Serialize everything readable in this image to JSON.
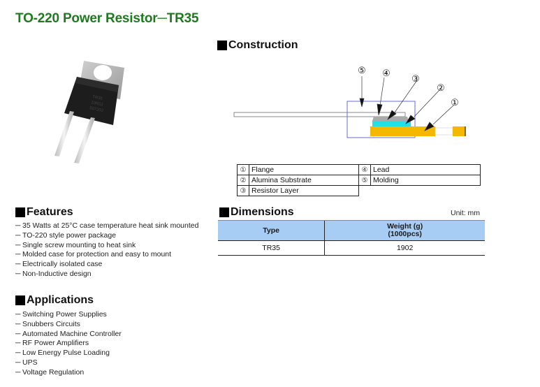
{
  "title": "TO-220 Power Resistor─TR35",
  "construction": {
    "heading": "Construction",
    "callouts": [
      "①",
      "②",
      "③",
      "④",
      "⑤"
    ],
    "colors": {
      "flange": "#f5b800",
      "substrate": "#22e0e6",
      "resistor_layer": "#aaaaaa",
      "molding_outline": "#6a6ad8"
    },
    "legend": [
      {
        "num": "①",
        "label": "Flange"
      },
      {
        "num": "②",
        "label": "Alumina Substrate"
      },
      {
        "num": "③",
        "label": "Resistor Layer"
      },
      {
        "num": "④",
        "label": "Lead"
      },
      {
        "num": "⑤",
        "label": "Molding"
      }
    ]
  },
  "features": {
    "heading": "Features",
    "items": [
      "35 Watts at 25°C case temperature heat sink mounted",
      "TO-220 style power package",
      "Single screw mounting to heat sink",
      "Molded case for protection and easy to mount",
      "Electrically isolated case",
      "Non-Inductive design"
    ]
  },
  "applications": {
    "heading": "Applications",
    "items": [
      "Switching Power Supplies",
      "Snubbers Circuits",
      "Automated Machine Controller",
      "RF Power Amplifiers",
      "Low Energy Pulse Loading",
      "UPS",
      "Voltage Regulation"
    ]
  },
  "dimensions": {
    "heading": "Dimensions",
    "unit": "Unit: mm",
    "columns": [
      "Type",
      "Weight (g)",
      "(1000pcs)"
    ],
    "rows": [
      {
        "type": "TR35",
        "weight": "1902"
      }
    ]
  },
  "product_photo": {
    "marking_lines": [
      "TR35",
      "10R0J",
      "50720J"
    ]
  },
  "bullet": "─"
}
